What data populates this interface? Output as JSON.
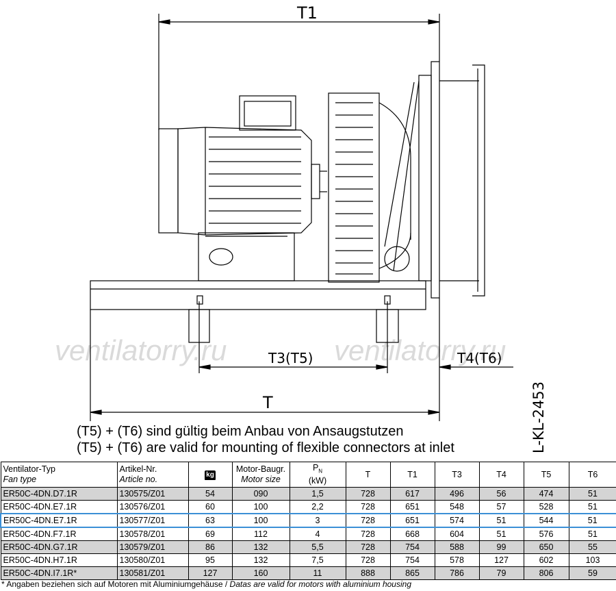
{
  "drawing": {
    "dims": {
      "t1": "T1",
      "t": "T",
      "t3_t5": "T3(T5)",
      "t4_t6": "T4(T6)"
    },
    "drawing_code": "L-KL-2453",
    "watermark": "ventilatorry.ru",
    "icon": "fan-motor-assembly-drawing"
  },
  "notes": {
    "de": "(T5) + (T6) sind gültig beim Anbau von Ansaugstutzen",
    "en": "(T5) + (T6) are valid for mounting of flexible connectors at inlet"
  },
  "table": {
    "headers": {
      "fan_type": "Ventilator-Typ",
      "fan_type_sub": "Fan type",
      "article": "Artikel-Nr.",
      "article_sub": "Article no.",
      "weight_icon": "kg",
      "motor": "Motor-Baugr.",
      "motor_sub": "Motor size",
      "pn": "P",
      "pn_sub": "N",
      "pn_unit": "(kW)",
      "t": "T",
      "t1": "T1",
      "t3": "T3",
      "t4": "T4",
      "t5": "T5",
      "t6": "T6"
    },
    "rows": [
      {
        "type": "ER50C-4DN.D7.1R",
        "article": "130575/Z01",
        "weight": "54",
        "motor": "090",
        "pn": "1,5",
        "t": "728",
        "t1": "617",
        "t3": "496",
        "t4": "56",
        "t5": "474",
        "t6": "51"
      },
      {
        "type": "ER50C-4DN.E7.1R",
        "article": "130576/Z01",
        "weight": "60",
        "motor": "100",
        "pn": "2,2",
        "t": "728",
        "t1": "651",
        "t3": "548",
        "t4": "57",
        "t5": "528",
        "t6": "51"
      },
      {
        "type": "ER50C-4DN.E7.1R",
        "article": "130577/Z01",
        "weight": "63",
        "motor": "100",
        "pn": "3",
        "t": "728",
        "t1": "651",
        "t3": "574",
        "t4": "51",
        "t5": "544",
        "t6": "51"
      },
      {
        "type": "ER50C-4DN.F7.1R",
        "article": "130578/Z01",
        "weight": "69",
        "motor": "112",
        "pn": "4",
        "t": "728",
        "t1": "668",
        "t3": "604",
        "t4": "51",
        "t5": "576",
        "t6": "51"
      },
      {
        "type": "ER50C-4DN.G7.1R",
        "article": "130579/Z01",
        "weight": "86",
        "motor": "132",
        "pn": "5,5",
        "t": "728",
        "t1": "754",
        "t3": "588",
        "t4": "99",
        "t5": "650",
        "t6": "55"
      },
      {
        "type": "ER50C-4DN.H7.1R",
        "article": "130580/Z01",
        "weight": "95",
        "motor": "132",
        "pn": "7,5",
        "t": "728",
        "t1": "754",
        "t3": "578",
        "t4": "127",
        "t5": "602",
        "t6": "103"
      },
      {
        "type": "ER50C-4DN.I7.1R*",
        "article": "130581/Z01",
        "weight": "127",
        "motor": "160",
        "pn": "11",
        "t": "888",
        "t1": "865",
        "t3": "786",
        "t4": "79",
        "t5": "806",
        "t6": "59"
      }
    ]
  },
  "footnote": {
    "de": "* Angaben beziehen sich auf Motoren mit Aluminiumgehäuse / ",
    "en": "Datas are valid for motors with aluminium housing"
  },
  "colors": {
    "highlight": "#3b8fd6",
    "shaded_row": "#d4d4d4",
    "watermark": "#d8d8d8"
  }
}
